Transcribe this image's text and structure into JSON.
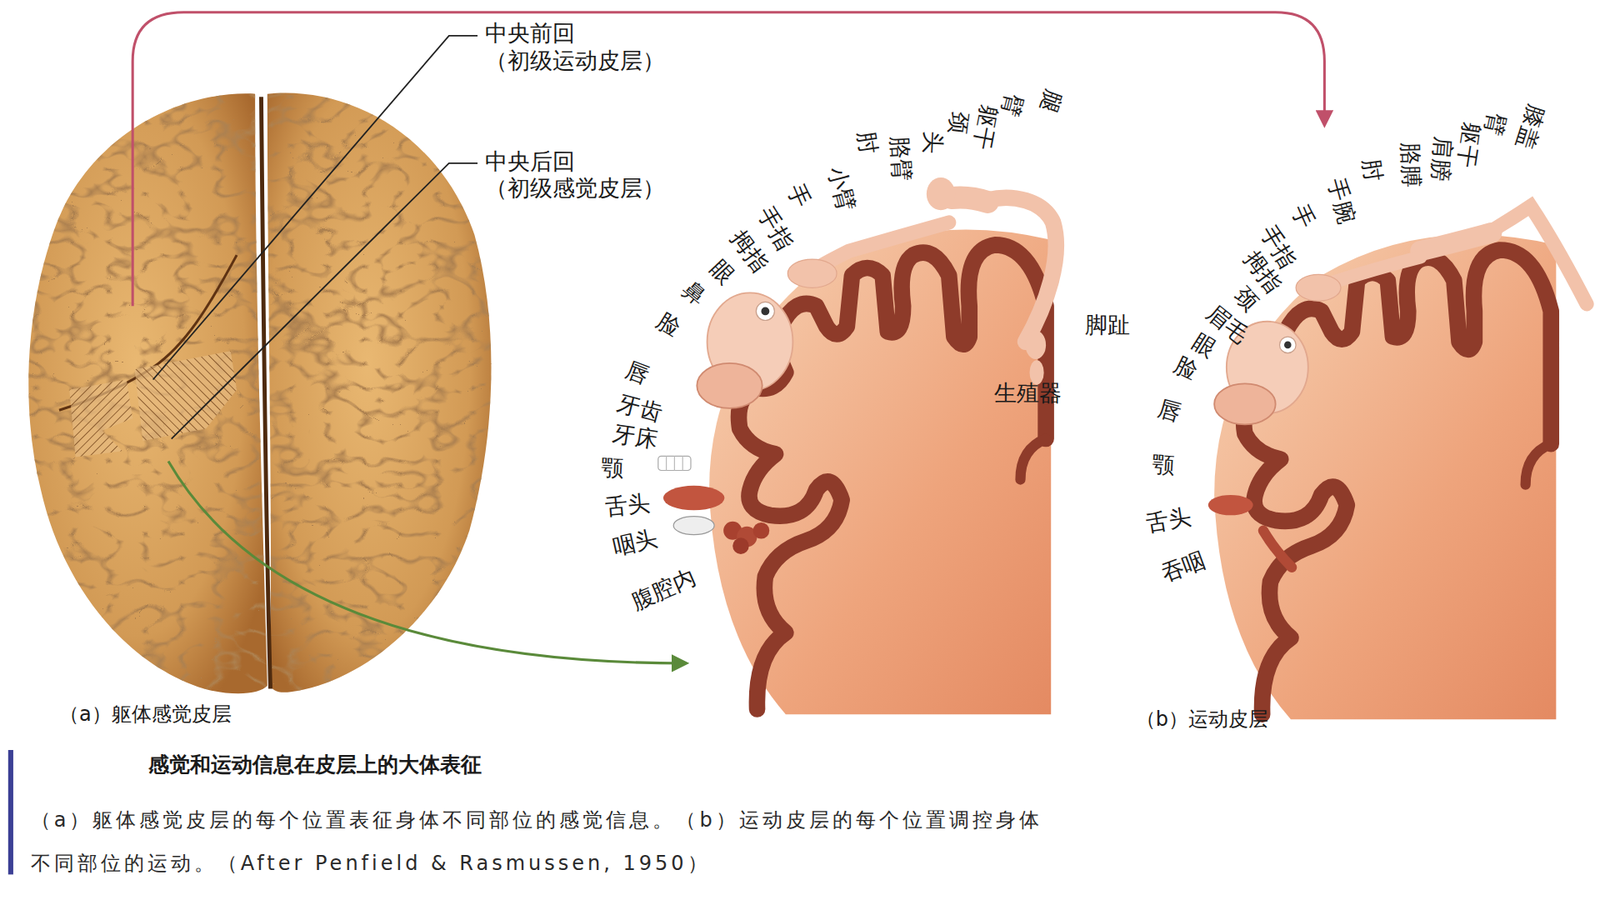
{
  "diagram": {
    "title": "感觉和运动信息在皮层上的大体表征",
    "caption": "（a）躯体感觉皮层的每个位置表征身体不同部位的感觉信息。（b）运动皮层的每个位置调控身体不同部位的运动。（After Penfield & Rasmussen, 1950）",
    "labels": [
      "中央前回 （初级运动皮层）",
      "中央后回 （初级感觉皮层）",
      "腿",
      "臂",
      "躯干",
      "颈",
      "头",
      "胳臂",
      "肘",
      "小臂",
      "手",
      "手指",
      "拇指",
      "眼",
      "鼻",
      "脸",
      "唇",
      "牙齿",
      "牙床",
      "颚",
      "舌头",
      "咽头",
      "腹腔内",
      "脚趾",
      "生殖器",
      "膝盖",
      "臂",
      "躯干",
      "肩膀",
      "胳膊",
      "肘",
      "手腕",
      "手",
      "手指",
      "拇指",
      "颈",
      "眉毛",
      "眼",
      "脸",
      "唇",
      "颚",
      "舌头",
      "吞咽",
      "（a）躯体感觉皮层",
      "（b）运动皮层"
    ]
  }
}
